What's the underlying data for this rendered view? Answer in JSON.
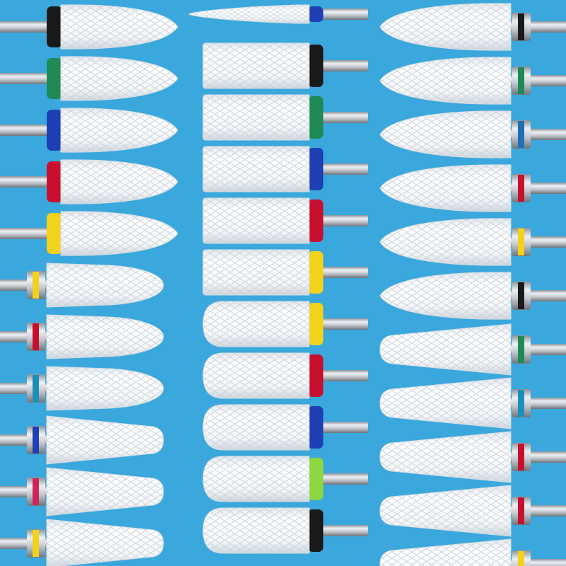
{
  "image": {
    "subject": "ceramic-nail-drill-bits",
    "background_color": "#3aa8dc",
    "ceramic_color": "#f7f9fb",
    "shank_color": "#b9bec4"
  },
  "columns": [
    {
      "name": "left",
      "orientation": "shank-left",
      "bits": [
        {
          "shape": "flame",
          "band_style": "collar",
          "band_color": "#1a1a1a"
        },
        {
          "shape": "flame",
          "band_style": "collar",
          "band_color": "#1f8a55"
        },
        {
          "shape": "flame",
          "band_style": "collar",
          "band_color": "#1e3fb5"
        },
        {
          "shape": "flame",
          "band_style": "collar",
          "band_color": "#c8102e"
        },
        {
          "shape": "flame",
          "band_style": "collar",
          "band_color": "#f2d21b"
        },
        {
          "shape": "bullet",
          "band_style": "ring",
          "band_color": "#f2d21b"
        },
        {
          "shape": "bullet",
          "band_style": "ring",
          "band_color": "#c8102e"
        },
        {
          "shape": "bullet",
          "band_style": "ring",
          "band_color": "#1c8fb8"
        },
        {
          "shape": "cone",
          "band_style": "ring",
          "band_color": "#1e3fb5"
        },
        {
          "shape": "cone",
          "band_style": "ring",
          "band_color": "#d0245a"
        },
        {
          "shape": "cone",
          "band_style": "ring",
          "band_color": "#f2d21b"
        }
      ]
    },
    {
      "name": "middle",
      "orientation": "shank-right",
      "bits": [
        {
          "shape": "needle",
          "band_style": "collar",
          "band_color": "#1e3fb5"
        },
        {
          "shape": "barrel",
          "band_style": "collar",
          "band_color": "#1a1a1a"
        },
        {
          "shape": "barrel",
          "band_style": "collar",
          "band_color": "#1f8a55"
        },
        {
          "shape": "barrel",
          "band_style": "collar",
          "band_color": "#1e3fb5"
        },
        {
          "shape": "barrel",
          "band_style": "collar",
          "band_color": "#c8102e"
        },
        {
          "shape": "barrel",
          "band_style": "collar",
          "band_color": "#f2d21b"
        },
        {
          "shape": "barrel-round",
          "band_style": "collar",
          "band_color": "#f2d21b"
        },
        {
          "shape": "barrel-round",
          "band_style": "collar",
          "band_color": "#c8102e"
        },
        {
          "shape": "barrel-round",
          "band_style": "collar",
          "band_color": "#1e3fb5"
        },
        {
          "shape": "barrel-round",
          "band_style": "collar",
          "band_color": "#8ed63f"
        },
        {
          "shape": "barrel-round",
          "band_style": "collar",
          "band_color": "#1a1a1a"
        }
      ]
    },
    {
      "name": "right",
      "orientation": "shank-right",
      "bits": [
        {
          "shape": "flame",
          "band_style": "ring",
          "band_color": "#1a1a1a"
        },
        {
          "shape": "flame",
          "band_style": "ring",
          "band_color": "#1f8a55"
        },
        {
          "shape": "flame",
          "band_style": "ring",
          "band_color": "#1e6fb5"
        },
        {
          "shape": "flame",
          "band_style": "ring",
          "band_color": "#c8102e"
        },
        {
          "shape": "flame",
          "band_style": "ring",
          "band_color": "#f2d21b"
        },
        {
          "shape": "flame",
          "band_style": "ring",
          "band_color": "#1a1a1a"
        },
        {
          "shape": "cone",
          "band_style": "ring",
          "band_color": "#1f8a55"
        },
        {
          "shape": "cone",
          "band_style": "ring",
          "band_color": "#1c8fb8"
        },
        {
          "shape": "cone",
          "band_style": "ring",
          "band_color": "#c8102e"
        },
        {
          "shape": "cone",
          "band_style": "ring",
          "band_color": "#c8102e"
        },
        {
          "shape": "cone",
          "band_style": "ring",
          "band_color": "#f2d21b"
        }
      ]
    }
  ]
}
